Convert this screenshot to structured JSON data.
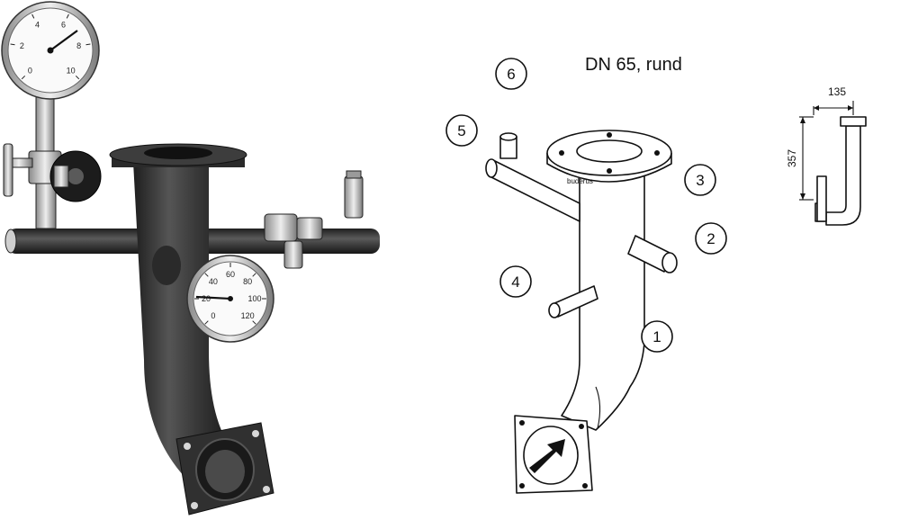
{
  "drawing": {
    "title": "DN 65, rund",
    "brand_mark": "buderus",
    "callouts": [
      "1",
      "2",
      "3",
      "4",
      "5",
      "6"
    ]
  },
  "dimensions": {
    "width_label": "135",
    "height_label": "357"
  },
  "photo": {
    "pressure_gauge_ticks": [
      "0",
      "2",
      "4",
      "6",
      "8",
      "10"
    ],
    "thermometer_ticks": [
      "0",
      "20",
      "40",
      "60",
      "80",
      "100",
      "120"
    ]
  },
  "colors": {
    "line": "#111111",
    "pipe_dark": "#2e2e2e",
    "pipe_mid": "#4a4a4a",
    "metal": "#c9c9c9",
    "background": "#ffffff"
  }
}
